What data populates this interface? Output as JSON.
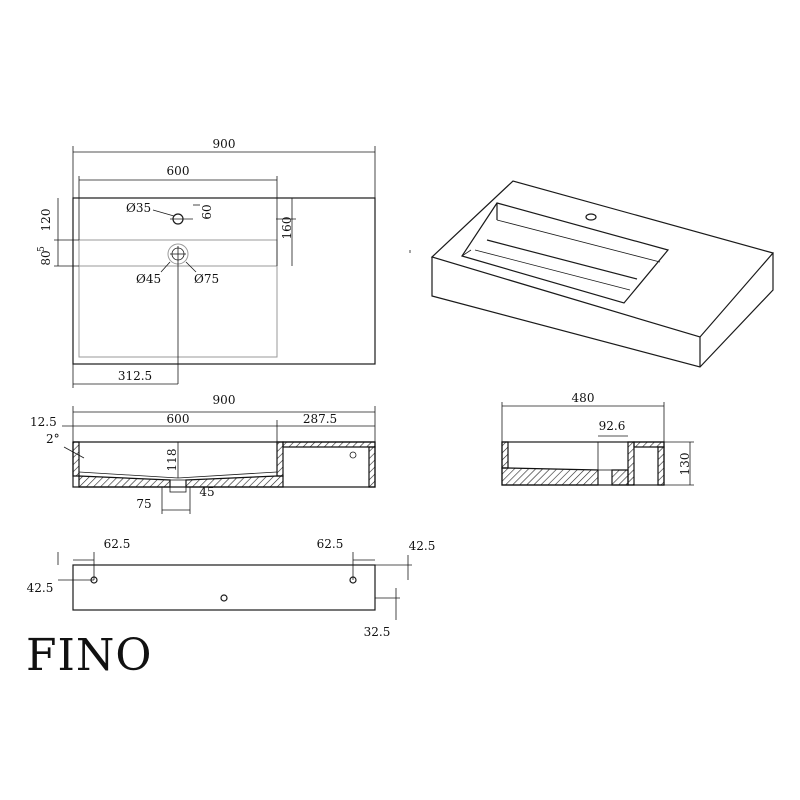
{
  "plan_view": {
    "overall_width": "900",
    "bowl_width": "600",
    "tap_hole_offset": "120",
    "tap_hole_dia": "Ø35",
    "tap_hole_side": "60",
    "drain_depth": "160",
    "drain_offset": "80",
    "drain_small": "5",
    "drain_inner_dia": "Ø45",
    "drain_outer_dia": "Ø75",
    "drain_from_left": "312.5"
  },
  "front_section": {
    "overall_width": "900",
    "left_wall": "12.5",
    "bowl_width": "600",
    "right_shelf": "287.5",
    "slope_angle": "2°",
    "bowl_depth": "118",
    "drain_left": "75",
    "drain_width": "45"
  },
  "side_section": {
    "depth": "480",
    "inset": "92.6",
    "height": "130"
  },
  "back_view": {
    "left_bracket_x": "62.5",
    "right_bracket_x": "62.5",
    "right_offset": "42.5",
    "left_offset": "42.5",
    "bottom_offset": "32.5"
  },
  "brand": {
    "logo_text": "FINO"
  }
}
